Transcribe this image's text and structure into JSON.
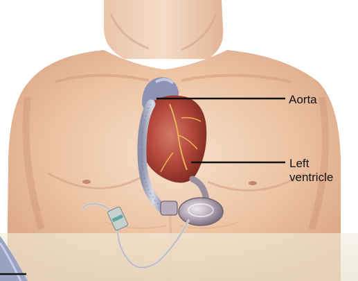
{
  "labels": {
    "aorta": "Aorta",
    "left_ventricle": "Left\nventricle"
  },
  "colors": {
    "skin_light": "#f3d6bd",
    "skin_mid": "#e7b795",
    "skin_shadow": "#cf9577",
    "heart_red": "#b4473b",
    "heart_dark": "#7d2a22",
    "device_metal": "#b3a6b4",
    "tube_gray": "#c9c4c6",
    "band_beige": "#ece8d2",
    "leader_line": "#111111"
  },
  "icons": {
    "heart": "heart-illustration",
    "pump": "lvad-pump-illustration",
    "driveline": "driveline-cable-illustration"
  }
}
